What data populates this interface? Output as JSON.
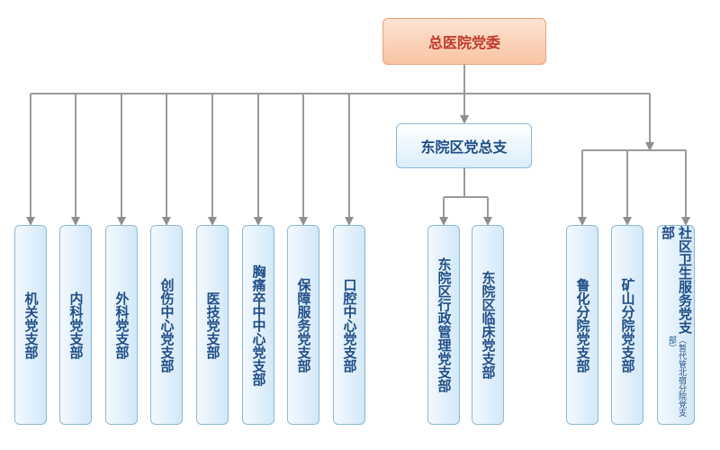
{
  "root": "总医院党委",
  "middle": "东院区党总支",
  "left_branches": [
    "机关党支部",
    "内科党支部",
    "外科党支部",
    "创伤中心党支部",
    "医技党支部",
    "胸痛卒中中心党支部",
    "保障服务党支部",
    "口腔中心党支部"
  ],
  "east_branches": [
    "东院区行政管理党支部",
    "东院区临床党支部"
  ],
  "right_branches": [
    "鲁化分院党支部",
    "矿山分院党支部"
  ],
  "community": {
    "label": "社区卫生服务党支部",
    "note": "（暂代管北宿分院党支部）"
  }
}
